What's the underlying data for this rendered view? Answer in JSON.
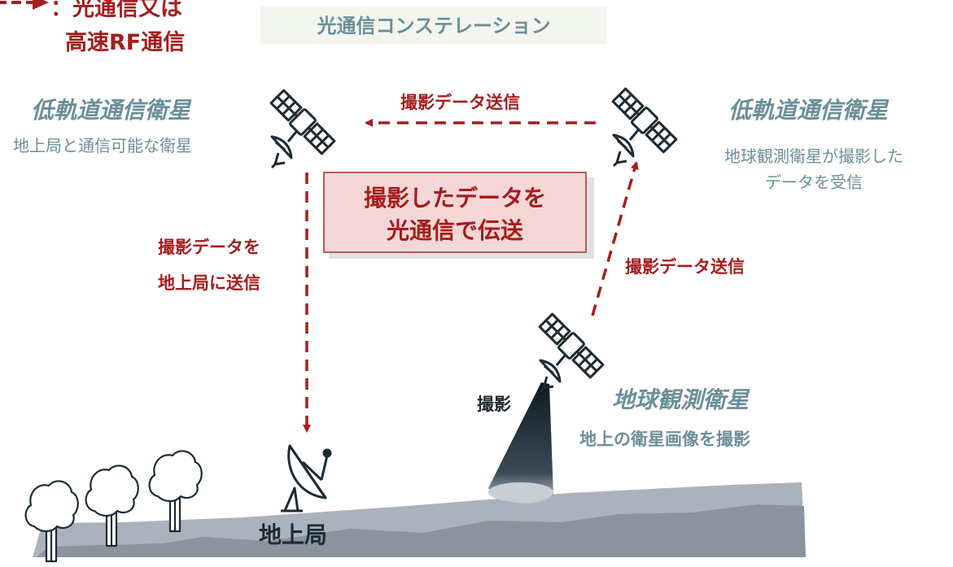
{
  "legend": {
    "line1": "：光通信又は",
    "line2": "高速RF通信"
  },
  "constellation_title": "光通信コンステレーション",
  "left_satellite": {
    "title": "低軌道通信衛星",
    "subtitle": "地上局と通信可能な衛星"
  },
  "right_satellite": {
    "title": "低軌道通信衛星",
    "subtitle_line1": "地球観測衛星が撮影した",
    "subtitle_line2": "データを受信"
  },
  "top_link_label": "撮影データ送信",
  "center_box": {
    "line1": "撮影したデータを",
    "line2": "光通信で伝送"
  },
  "downlink_label": {
    "line1": "撮影データを",
    "line2": "地上局に送信"
  },
  "uplink_label": "撮影データ送信",
  "earth_obs_satellite": {
    "title": "地球観測衛星",
    "subtitle": "地上の衛星画像を撮影"
  },
  "imaging_label": "撮影",
  "ground_station_label": "地上局",
  "colors": {
    "accent_red": "#a51d1d",
    "teal": "#6b8f99",
    "dark": "#1c2b34",
    "ground": "#aab3bd",
    "title_bg": "#f3f6ee",
    "box_bg": "#f6d7d7",
    "box_border": "#c05a5a"
  },
  "icons": [
    "satellite-icon",
    "ground-station-dish-icon",
    "tree-icon",
    "arrow-icon"
  ]
}
